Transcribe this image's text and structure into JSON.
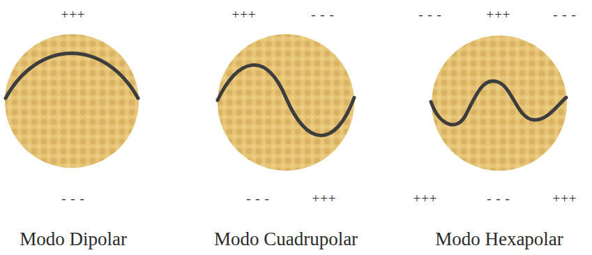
{
  "diagram": {
    "labels": [
      "+++",
      "+++",
      "- - -",
      "- - -",
      "+++",
      "- - -",
      "- - -",
      "- - -",
      "+++",
      "+++",
      "- - -",
      "+++",
      "Modo Dipolar",
      "Modo Cuadrupolar",
      "Modo Hexapolar"
    ]
  }
}
